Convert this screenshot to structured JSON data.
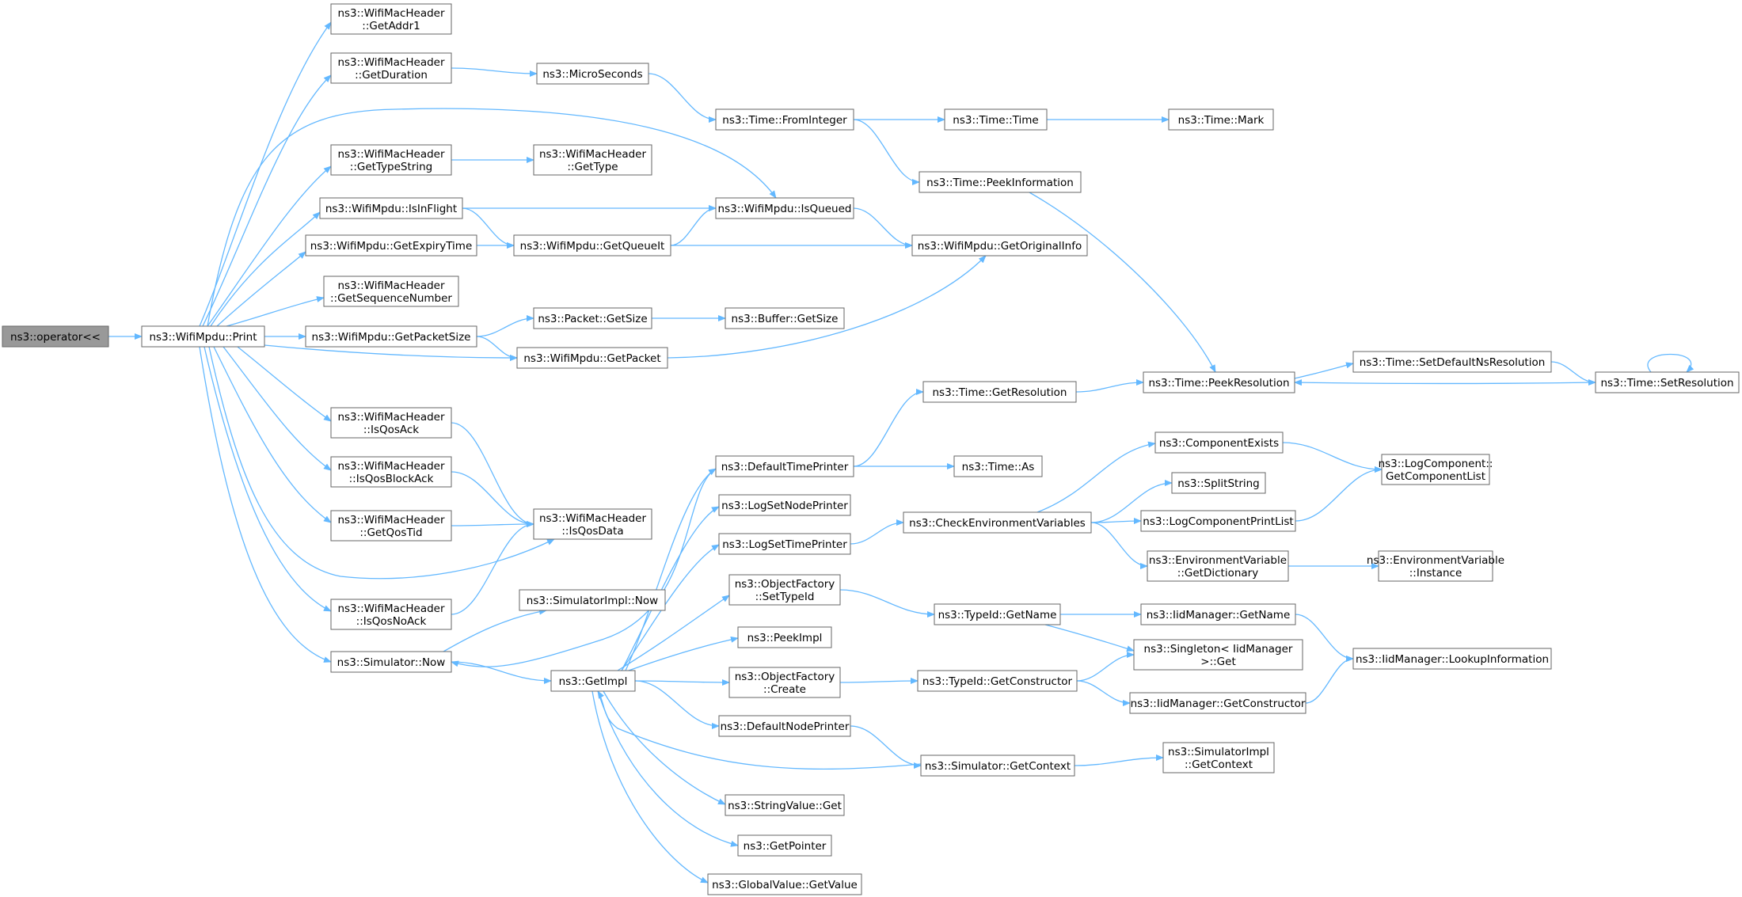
{
  "colors": {
    "edge": "#63b8ff",
    "node_border": "#666666",
    "node_fill": "#ffffff",
    "root_fill": "#999999",
    "text": "#000000"
  },
  "nodes": {
    "n01": [
      "ns3::operator<<"
    ],
    "n02": [
      "ns3::WifiMpdu::Print"
    ],
    "n03": [
      "ns3::WifiMacHeader",
      "::GetAddr1"
    ],
    "n04": [
      "ns3::WifiMacHeader",
      "::GetDuration"
    ],
    "n05": [
      "ns3::MicroSeconds"
    ],
    "n06": [
      "ns3::Time::FromInteger"
    ],
    "n07": [
      "ns3::Time::Time"
    ],
    "n08": [
      "ns3::Time::Mark"
    ],
    "n09": [
      "ns3::WifiMacHeader",
      "::GetTypeString"
    ],
    "n10": [
      "ns3::WifiMacHeader",
      "::GetType"
    ],
    "n11": [
      "ns3::Time::PeekInformation"
    ],
    "n12": [
      "ns3::WifiMpdu::IsInFlight"
    ],
    "n13": [
      "ns3::WifiMpdu::IsQueued"
    ],
    "n14": [
      "ns3::WifiMpdu::GetExpiryTime"
    ],
    "n15": [
      "ns3::WifiMpdu::GetQueueIt"
    ],
    "n16": [
      "ns3::WifiMpdu::GetOriginalInfo"
    ],
    "n17": [
      "ns3::WifiMacHeader",
      "::GetSequenceNumber"
    ],
    "n18": [
      "ns3::WifiMpdu::GetPacketSize"
    ],
    "n19": [
      "ns3::Packet::GetSize"
    ],
    "n20": [
      "ns3::Buffer::GetSize"
    ],
    "n21": [
      "ns3::WifiMpdu::GetPacket"
    ],
    "n22": [
      "ns3::Time::SetDefaultNsResolution"
    ],
    "n23": [
      "ns3::Time::PeekResolution"
    ],
    "n24": [
      "ns3::Time::SetResolution"
    ],
    "n25": [
      "ns3::Time::GetResolution"
    ],
    "n26": [
      "ns3::WifiMacHeader",
      "::IsQosAck"
    ],
    "n27": [
      "ns3::DefaultTimePrinter"
    ],
    "n28": [
      "ns3::Time::As"
    ],
    "n29": [
      "ns3::ComponentExists"
    ],
    "n30": [
      "ns3::LogComponent::",
      "GetComponentList"
    ],
    "n31": [
      "ns3::WifiMacHeader",
      "::IsQosBlockAck"
    ],
    "n32": [
      "ns3::SplitString"
    ],
    "n33": [
      "ns3::LogSetNodePrinter"
    ],
    "n34": [
      "ns3::CheckEnvironmentVariables"
    ],
    "n35": [
      "ns3::LogComponentPrintList"
    ],
    "n36": [
      "ns3::WifiMacHeader",
      "::GetQosTid"
    ],
    "n37": [
      "ns3::WifiMacHeader",
      "::IsQosData"
    ],
    "n38": [
      "ns3::LogSetTimePrinter"
    ],
    "n39": [
      "ns3::EnvironmentVariable",
      "::GetDictionary"
    ],
    "n40": [
      "ns3::EnvironmentVariable",
      "::Instance"
    ],
    "n41": [
      "ns3::ObjectFactory",
      "::SetTypeId"
    ],
    "n42": [
      "ns3::WifiMacHeader",
      "::IsQosNoAck"
    ],
    "n43": [
      "ns3::TypeId::GetName"
    ],
    "n44": [
      "ns3::IidManager::GetName"
    ],
    "n45": [
      "ns3::SimulatorImpl::Now"
    ],
    "n46": [
      "ns3::PeekImpl"
    ],
    "n47": [
      "ns3::Singleton< IidManager",
      " >::Get"
    ],
    "n48": [
      "ns3::IidManager::LookupInformation"
    ],
    "n49": [
      "ns3::Simulator::Now"
    ],
    "n50": [
      "ns3::GetImpl"
    ],
    "n51": [
      "ns3::ObjectFactory",
      "::Create"
    ],
    "n52": [
      "ns3::TypeId::GetConstructor"
    ],
    "n53": [
      "ns3::IidManager::GetConstructor"
    ],
    "n54": [
      "ns3::DefaultNodePrinter"
    ],
    "n55": [
      "ns3::Simulator::GetContext"
    ],
    "n56": [
      "ns3::SimulatorImpl",
      "::GetContext"
    ],
    "n57": [
      "ns3::StringValue::Get"
    ],
    "n58": [
      "ns3::GetPointer"
    ],
    "n59": [
      "ns3::GlobalValue::GetValue"
    ]
  },
  "edges": [
    [
      "n01",
      "n02"
    ],
    [
      "n02",
      "n03"
    ],
    [
      "n02",
      "n04"
    ],
    [
      "n02",
      "n13"
    ],
    [
      "n02",
      "n09"
    ],
    [
      "n02",
      "n12"
    ],
    [
      "n02",
      "n14"
    ],
    [
      "n02",
      "n17"
    ],
    [
      "n02",
      "n18"
    ],
    [
      "n02",
      "n21"
    ],
    [
      "n02",
      "n26"
    ],
    [
      "n02",
      "n31"
    ],
    [
      "n02",
      "n36"
    ],
    [
      "n02",
      "n37"
    ],
    [
      "n02",
      "n42"
    ],
    [
      "n02",
      "n49"
    ],
    [
      "n04",
      "n05"
    ],
    [
      "n05",
      "n06"
    ],
    [
      "n06",
      "n07"
    ],
    [
      "n06",
      "n11"
    ],
    [
      "n07",
      "n08"
    ],
    [
      "n11",
      "n23"
    ],
    [
      "n09",
      "n10"
    ],
    [
      "n12",
      "n13"
    ],
    [
      "n12",
      "n15"
    ],
    [
      "n13",
      "n16"
    ],
    [
      "n14",
      "n15"
    ],
    [
      "n15",
      "n13"
    ],
    [
      "n15",
      "n16"
    ],
    [
      "n18",
      "n19"
    ],
    [
      "n18",
      "n21"
    ],
    [
      "n19",
      "n20"
    ],
    [
      "n21",
      "n16"
    ],
    [
      "n23",
      "n22"
    ],
    [
      "n22",
      "n24"
    ],
    [
      "n24",
      "n23"
    ],
    [
      "n24",
      "n24"
    ],
    [
      "n25",
      "n23"
    ],
    [
      "n26",
      "n37"
    ],
    [
      "n31",
      "n37"
    ],
    [
      "n36",
      "n37"
    ],
    [
      "n42",
      "n37"
    ],
    [
      "n49",
      "n45"
    ],
    [
      "n49",
      "n50"
    ],
    [
      "n27",
      "n25"
    ],
    [
      "n27",
      "n28"
    ],
    [
      "n27",
      "n49"
    ],
    [
      "n38",
      "n34"
    ],
    [
      "n34",
      "n29"
    ],
    [
      "n34",
      "n32"
    ],
    [
      "n34",
      "n35"
    ],
    [
      "n34",
      "n39"
    ],
    [
      "n29",
      "n30"
    ],
    [
      "n35",
      "n30"
    ],
    [
      "n39",
      "n40"
    ],
    [
      "n41",
      "n43"
    ],
    [
      "n43",
      "n44"
    ],
    [
      "n43",
      "n47"
    ],
    [
      "n44",
      "n48"
    ],
    [
      "n51",
      "n52"
    ],
    [
      "n52",
      "n47"
    ],
    [
      "n52",
      "n53"
    ],
    [
      "n53",
      "n48"
    ],
    [
      "n54",
      "n55"
    ],
    [
      "n55",
      "n50"
    ],
    [
      "n55",
      "n56"
    ],
    [
      "n50",
      "n27"
    ],
    [
      "n50",
      "n33"
    ],
    [
      "n50",
      "n38"
    ],
    [
      "n50",
      "n41"
    ],
    [
      "n50",
      "n46"
    ],
    [
      "n50",
      "n51"
    ],
    [
      "n50",
      "n54"
    ],
    [
      "n50",
      "n57"
    ],
    [
      "n50",
      "n58"
    ],
    [
      "n50",
      "n59"
    ]
  ]
}
